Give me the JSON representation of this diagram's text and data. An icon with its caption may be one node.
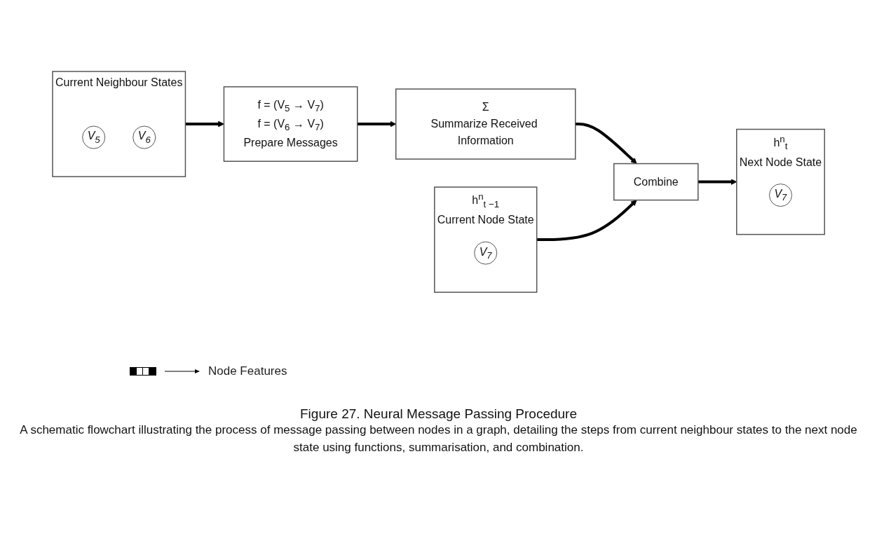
{
  "diagram": {
    "caption": "Figure 27. Neural Message Passing Procedure",
    "nodes": [
      {
        "text": [
          "Current Neighbour States"
        ]
      },
      {
        "text": [
          "V$_{5}$"
        ],
        "in": 0
      },
      {
        "text": [
          "V$_{6}$"
        ],
        "in": 0
      },
      {
        "text": [
          "f = (V$_{5}$ → V$_{7}$)",
          "f = (V$_{6}$ → V$_{7}$)",
          "Prepare Messages"
        ]
      },
      {
        "text": [
          "Σ",
          "Summarize Received Information"
        ]
      },
      {
        "text": [
          "h$^{n}$$_{t −1}$",
          "Current Node State"
        ]
      },
      {
        "text": [
          "V$_{7}$"
        ],
        "in": 5
      },
      {
        "text": [
          "Combine"
        ]
      },
      {
        "text": [
          "h$^{n}$$_{t}$",
          "Next Node State"
        ]
      },
      {
        "text": [
          "V$_{7}$"
        ],
        "in": 8
      }
    ],
    "edges": [
      {
        "from": 0,
        "to": 3,
        "arrow": "to"
      },
      {
        "from": 3,
        "to": 4,
        "arrow": "to"
      },
      {
        "from": 4,
        "to": 7,
        "arrow": "to"
      },
      {
        "from": 5,
        "to": 7,
        "arrow": "to"
      },
      {
        "from": 7,
        "to": 8,
        "arrow": "to"
      }
    ],
    "labels": [
      "A schematic flowchart illustrating the process of message passing between nodes in a graph, detailing the steps from current neighbour states to the next node state using functions, summarisation, and combination."
    ],
    "legend": [
      {
        "text": "Node Features"
      }
    ]
  }
}
